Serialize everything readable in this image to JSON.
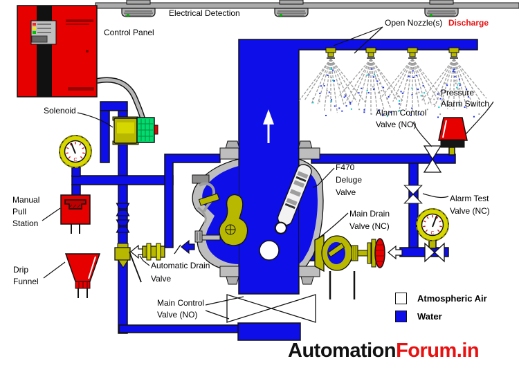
{
  "labels": {
    "electrical_detection": "Electrical Detection",
    "control_panel": "Control Panel",
    "solenoid": "Solenoid",
    "open_nozzles": "Open Nozzle(s)",
    "discharge": "Discharge",
    "pressure_alarm_switch": [
      "Pressure",
      "Alarm Switch"
    ],
    "alarm_control_valve": [
      "Alarm Control",
      "Valve (NO)"
    ],
    "deluge_valve": [
      "F470",
      "Deluge",
      "Valve"
    ],
    "main_drain_valve": [
      "Main Drain",
      "Valve (NC)"
    ],
    "alarm_test_valve": [
      "Alarm Test",
      "Valve (NC)"
    ],
    "manual_pull_station": [
      "Manual",
      "Pull",
      "Station"
    ],
    "drip_funnel": [
      "Drip",
      "Funnel"
    ],
    "automatic_drain_valve": [
      "Automatic Drain",
      "Valve"
    ],
    "main_control_valve": [
      "Main Control",
      "Valve (NO)"
    ]
  },
  "legend": {
    "items": [
      {
        "label": "Atmospheric Air",
        "color": "#FFFFFF"
      },
      {
        "label": "Water",
        "color": "#0E0EE8"
      }
    ]
  },
  "branding": {
    "black": "Automation",
    "red": "Forum.in"
  },
  "gauges": {
    "mark": "C"
  },
  "nozzles": {
    "x": [
      478,
      536,
      596,
      656
    ]
  },
  "colors": {
    "water": "#0E0EE8",
    "alarm_red": "#E60000",
    "brass": "#B8B800",
    "casting_gray": "#BEBEBE",
    "spray_blue": "#2233EE",
    "spray_cyan": "#00CCCC"
  }
}
